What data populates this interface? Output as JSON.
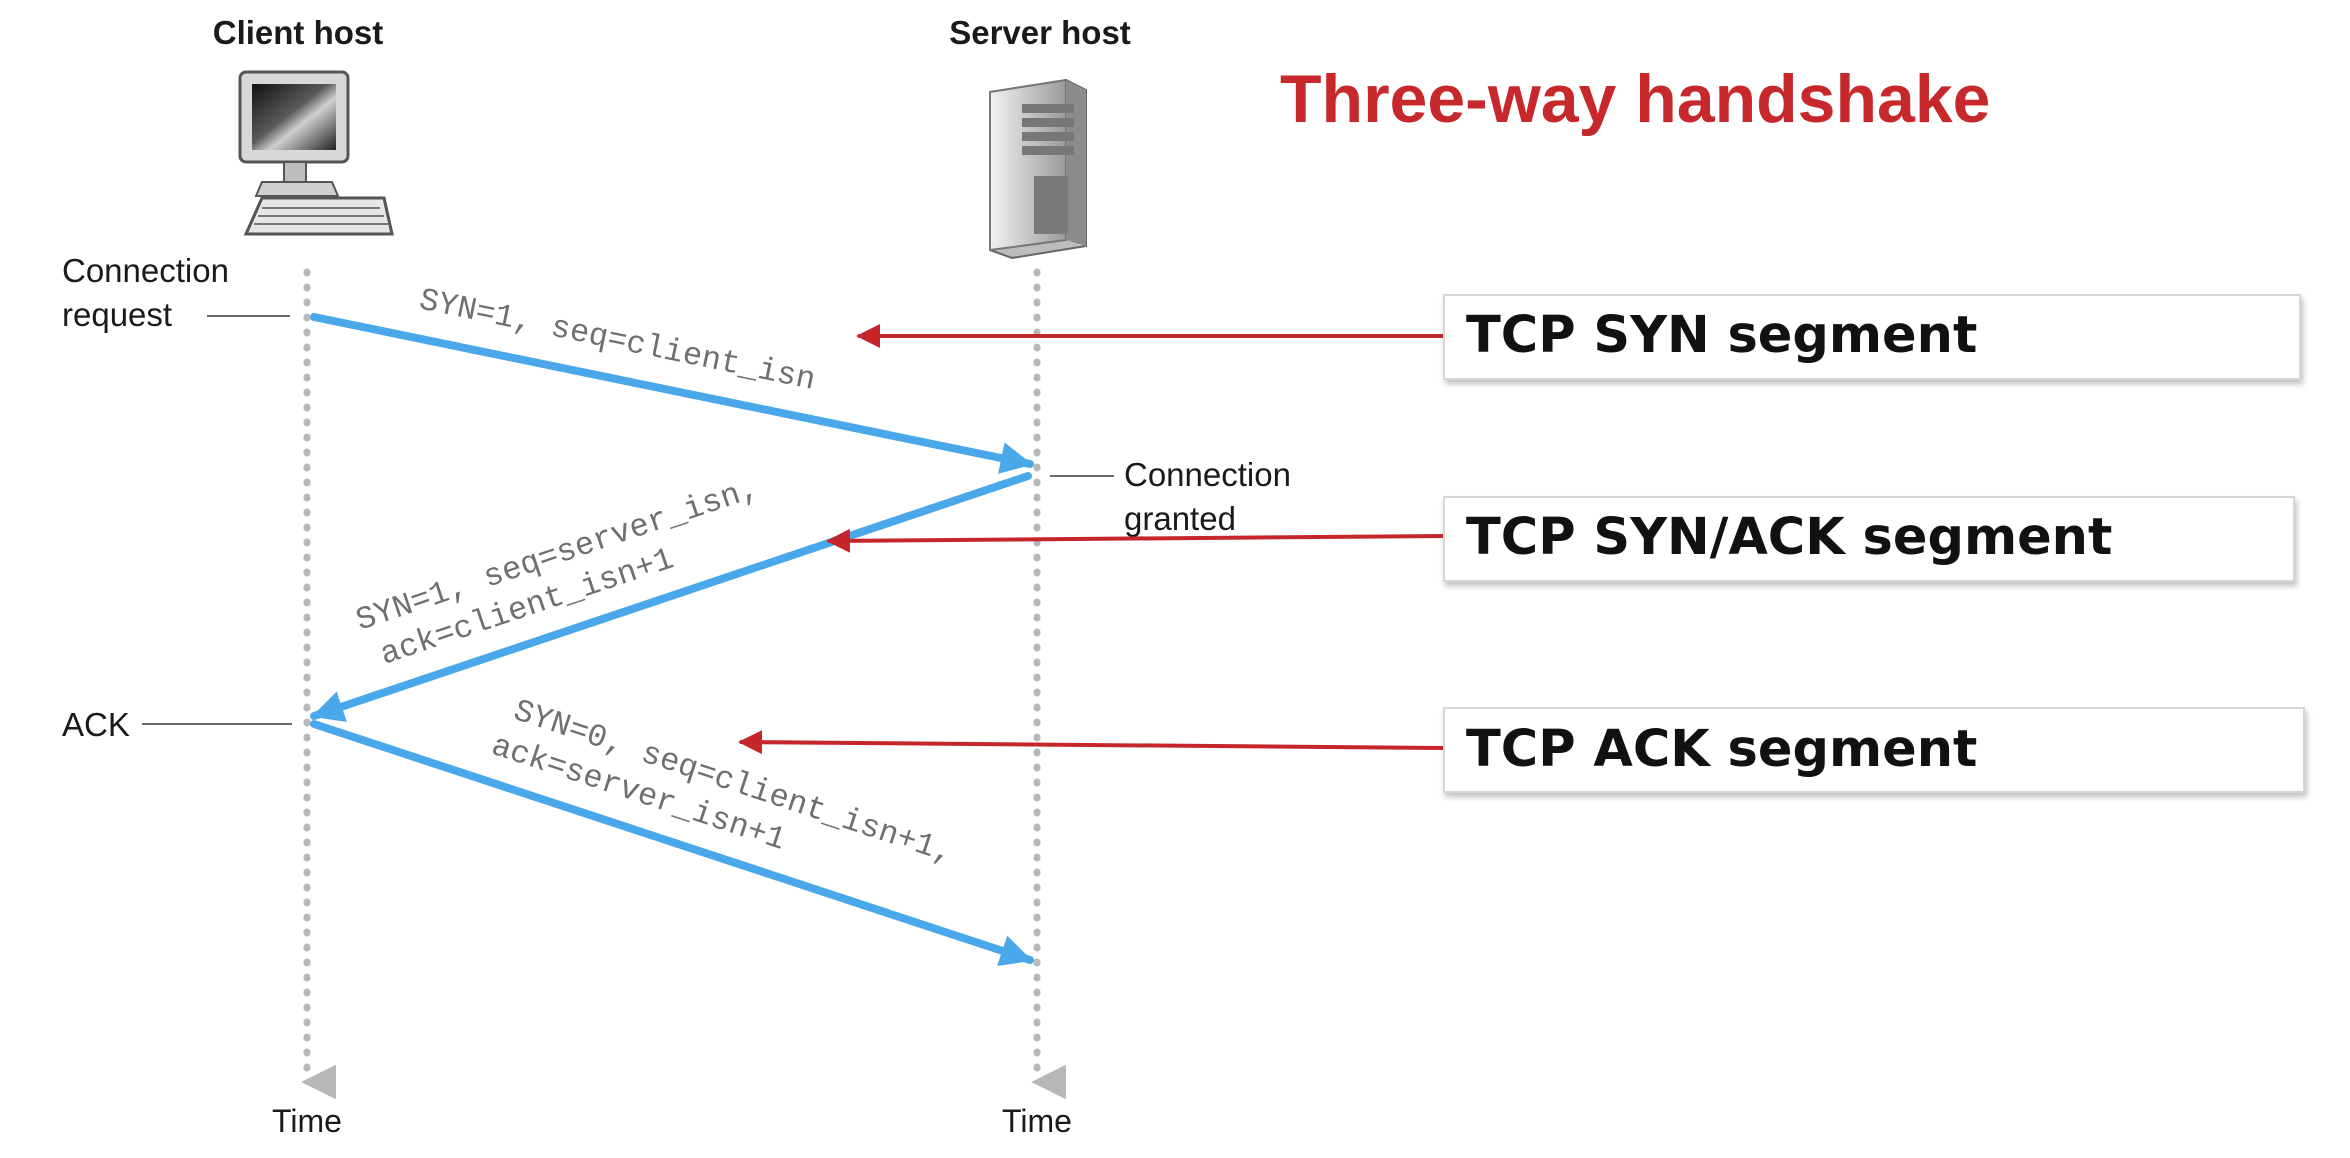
{
  "title": "Three-way handshake",
  "colors": {
    "title": "#c6282b",
    "message_arrow": "#4aa8ea",
    "pointer_arrow": "#c4262a",
    "timeline": "#b8b8b8",
    "box_border": "#d6d6d6"
  },
  "client": {
    "label": "Client host",
    "icon": "desktop-computer-icon",
    "time_label": "Time"
  },
  "server": {
    "label": "Server host",
    "icon": "server-tower-icon",
    "time_label": "Time"
  },
  "side_labels": {
    "connection_request": [
      "Connection",
      "request"
    ],
    "connection_granted": [
      "Connection",
      "granted"
    ],
    "ack": "ACK"
  },
  "messages": [
    {
      "lines": [
        "SYN=1, seq=client_isn"
      ]
    },
    {
      "lines": [
        "SYN=1, seq=server_isn,",
        "ack=client_isn+1"
      ]
    },
    {
      "lines": [
        "SYN=0, seq=client_isn+1,",
        "ack=server_isn+1"
      ]
    }
  ],
  "segment_boxes": [
    {
      "label": "TCP SYN segment"
    },
    {
      "label": "TCP SYN/ACK segment"
    },
    {
      "label": "TCP ACK segment"
    }
  ]
}
